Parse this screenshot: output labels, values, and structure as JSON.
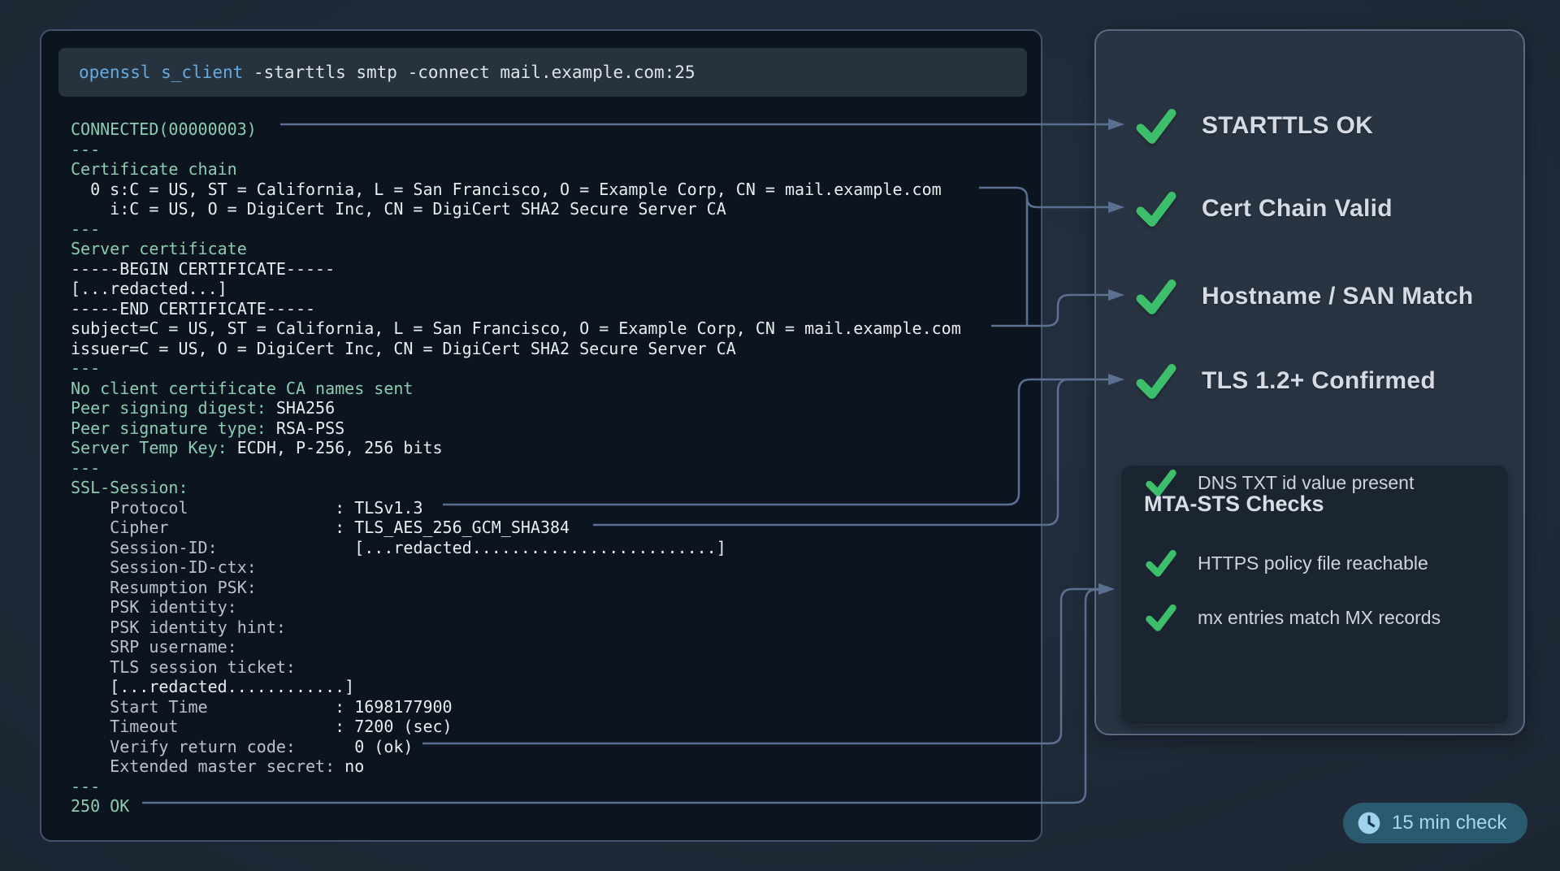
{
  "terminal": {
    "command": {
      "keyword": "openssl s_client",
      "rest": " -starttls smtp -connect mail.example.com:25"
    },
    "lines": [
      [
        [
          "g",
          "CONNECTED(00000003)"
        ]
      ],
      [
        [
          "g",
          "---"
        ]
      ],
      [
        [
          "g",
          "Certificate chain"
        ]
      ],
      [
        [
          "w",
          "  0 s:C = US, ST = California, L = San Francisco, O = Example Corp, CN = mail.example.com"
        ]
      ],
      [
        [
          "w",
          "    i:C = US, O = DigiCert Inc, CN = DigiCert SHA2 Secure Server CA"
        ]
      ],
      [
        [
          "g",
          "---"
        ]
      ],
      [
        [
          "g",
          "Server certificate"
        ]
      ],
      [
        [
          "w",
          "-----BEGIN CERTIFICATE-----"
        ]
      ],
      [
        [
          "w",
          "[...redacted...]"
        ]
      ],
      [
        [
          "w",
          "-----END CERTIFICATE-----"
        ]
      ],
      [
        [
          "w",
          "subject=C = US, ST = California, L = San Francisco, O = Example Corp, CN = mail.example.com"
        ]
      ],
      [
        [
          "w",
          "issuer=C = US, O = DigiCert Inc, CN = DigiCert SHA2 Secure Server CA"
        ]
      ],
      [
        [
          "g",
          "---"
        ]
      ],
      [
        [
          "g",
          "No client certificate CA names sent"
        ]
      ],
      [
        [
          "g",
          "Peer signing digest: "
        ],
        [
          "w",
          "SHA256"
        ]
      ],
      [
        [
          "g",
          "Peer signature type: "
        ],
        [
          "w",
          "RSA-PSS"
        ]
      ],
      [
        [
          "g",
          "Server Temp Key: "
        ],
        [
          "w",
          "ECDH, P-256, 256 bits"
        ]
      ],
      [
        [
          "g",
          "---"
        ]
      ],
      [
        [
          "g",
          "SSL-Session:"
        ]
      ],
      [
        [
          "d",
          "    Protocol               "
        ],
        [
          "w",
          ": TLSv1.3"
        ]
      ],
      [
        [
          "d",
          "    Cipher                 "
        ],
        [
          "w",
          ": TLS_AES_256_GCM_SHA384"
        ]
      ],
      [
        [
          "d",
          "    Session-ID:              "
        ],
        [
          "w",
          "[...redacted.........................]"
        ]
      ],
      [
        [
          "d",
          "    Session-ID-ctx:"
        ]
      ],
      [
        [
          "d",
          "    Resumption PSK:"
        ]
      ],
      [
        [
          "d",
          "    PSK identity:"
        ]
      ],
      [
        [
          "d",
          "    PSK identity hint:"
        ]
      ],
      [
        [
          "d",
          "    SRP username:"
        ]
      ],
      [
        [
          "d",
          "    TLS session ticket:"
        ]
      ],
      [
        [
          "w",
          "    [...redacted............]"
        ]
      ],
      [
        [
          "d",
          "    Start Time             "
        ],
        [
          "w",
          ": 1698177900"
        ]
      ],
      [
        [
          "d",
          "    Timeout                "
        ],
        [
          "w",
          ": 7200 (sec)"
        ]
      ],
      [
        [
          "d",
          "    Verify return code:      "
        ],
        [
          "w",
          "0 (ok)"
        ]
      ],
      [
        [
          "d",
          "    Extended master secret: "
        ],
        [
          "w",
          "no"
        ]
      ],
      [
        [
          "g",
          "---"
        ]
      ],
      [
        [
          "g",
          "250 OK"
        ]
      ]
    ]
  },
  "checks": [
    {
      "label": "STARTTLS OK"
    },
    {
      "label": "Cert Chain Valid"
    },
    {
      "label": "Hostname / SAN Match"
    },
    {
      "label": "TLS 1.2+ Confirmed"
    }
  ],
  "mta_sts": {
    "title": "MTA-STS Checks",
    "items": [
      {
        "label": "DNS TXT id value present"
      },
      {
        "label": "HTTPS policy file reachable"
      },
      {
        "label": "mx entries match MX records"
      }
    ]
  },
  "badge": {
    "label": "15 min check",
    "icon": "clock-icon"
  },
  "colors": {
    "check_green": "#3dbe6a",
    "terminal_green": "#8ccdaf",
    "keyword_blue": "#66aadf",
    "connector_slate": "#5b7090",
    "badge_bg": "#295a6e",
    "badge_text": "#a6d7ee",
    "terminal_bg": "#0c1420",
    "panel_bg": "#293443"
  }
}
